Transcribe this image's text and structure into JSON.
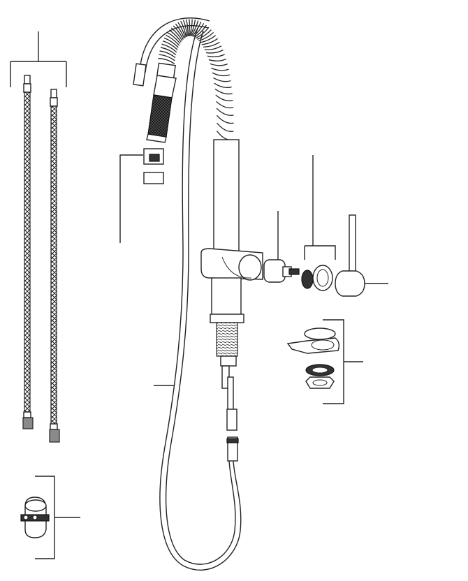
{
  "figure": {
    "description_visible_text": "",
    "colors": {
      "line": "#222222",
      "background": "#ffffff",
      "dark_fill": "#333333",
      "mid_fill": "#8a8a8a"
    }
  },
  "parts": [
    {
      "id": "supply-hoses",
      "icon": "braided-hose-pair"
    },
    {
      "id": "spray-head",
      "icon": "pull-down-spray-head"
    },
    {
      "id": "aerator-set",
      "icon": "aerator-parts"
    },
    {
      "id": "spring-spout",
      "icon": "coil-spring-spout"
    },
    {
      "id": "faucet-body",
      "icon": "faucet-body"
    },
    {
      "id": "cartridge",
      "icon": "cartridge"
    },
    {
      "id": "seal-kit",
      "icon": "seal-rings"
    },
    {
      "id": "lever-handle",
      "icon": "lever-handle"
    },
    {
      "id": "mounting-kit",
      "icon": "mounting-hardware"
    },
    {
      "id": "pull-out-hose",
      "icon": "pull-out-hose"
    },
    {
      "id": "hose-weight",
      "icon": "hose-weight"
    }
  ]
}
